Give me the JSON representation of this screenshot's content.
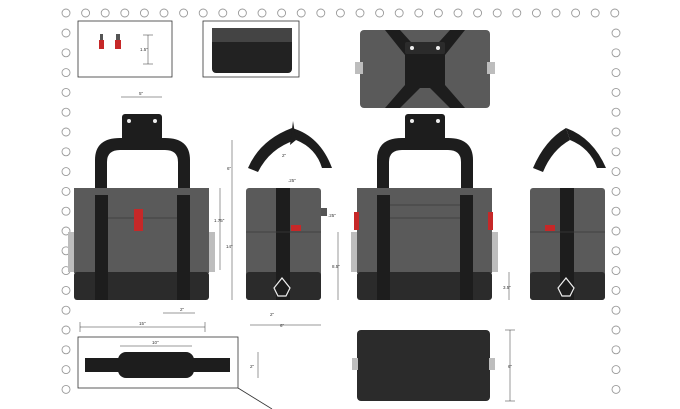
{
  "dimensions": {
    "hook_height": "1.5\"",
    "hook_width": "5\"",
    "top_clearance": "6\"",
    "bag_height_left": "1.75\"",
    "bag_height_total": "14\"",
    "strap_width_small": "2\"",
    "strap_gap": ".25\"",
    "strap_depth": ".25\"",
    "body_height": "8.5\"",
    "side_base": "3.5\"",
    "bottom_strap": "2\"",
    "bottom_depth": "6\"",
    "front_width": "15\"",
    "front_strap": "2\"",
    "shoulder_length": "10\"",
    "shoulder_height": "2\"",
    "base_depth": "6\""
  },
  "colors": {
    "body": "#5a5a5a",
    "base": "#2b2b2b",
    "strap": "#1d1d1d",
    "accent": "#d42a2a",
    "rail": "#bdbdbd",
    "dot": "#9a9a9a"
  }
}
